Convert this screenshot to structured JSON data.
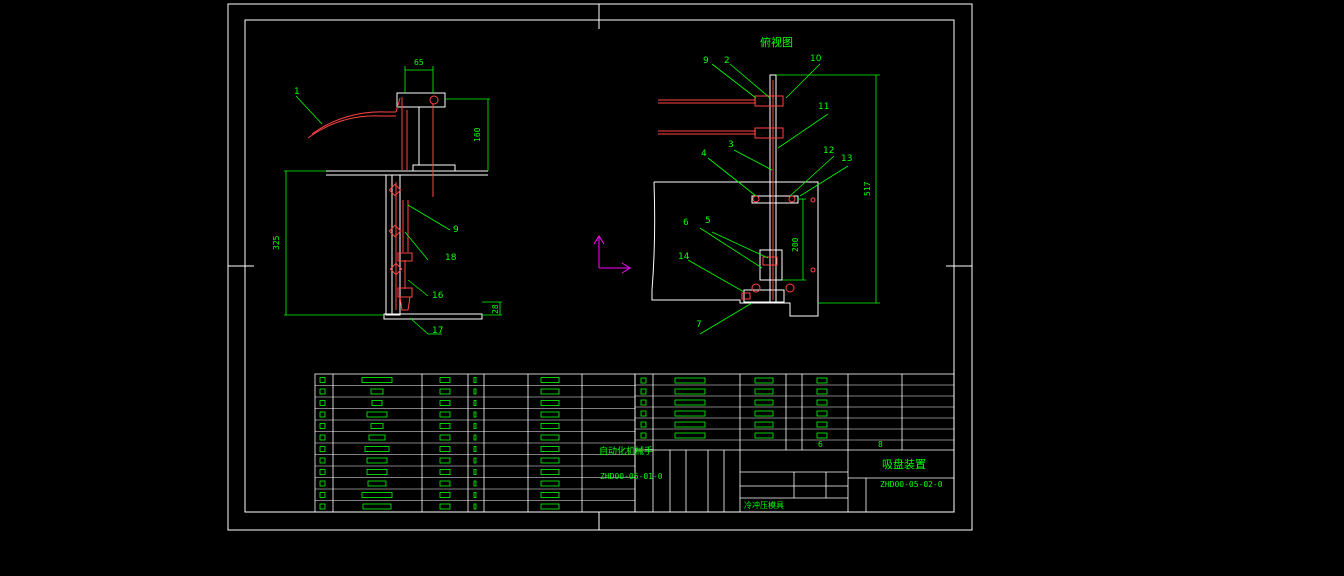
{
  "colors": {
    "background": "#000000",
    "frame": "#ffffff",
    "annotation": "#00ff00",
    "part": "#ff4444",
    "ucs": "#ff00ff"
  },
  "section_title": "俯视图",
  "dimensions": {
    "side_width": "65",
    "side_top_height": "160",
    "side_total_height": "325",
    "side_base": "28",
    "front_total_height": "517",
    "front_stroke": "200"
  },
  "side_callouts": [
    "1",
    "9",
    "18",
    "16",
    "17"
  ],
  "front_callouts": [
    "9",
    "2",
    "10",
    "11",
    "3",
    "4",
    "12",
    "13",
    "6",
    "5",
    "14",
    "7"
  ],
  "title_block": {
    "name": "吸盘装置",
    "drawing_number": "ZHD00-05-02-0",
    "assembly_ref": "ZHD00-05-01-0",
    "assembly_name": "自动化机械手",
    "scale_row": [
      "6",
      "8"
    ],
    "maker_note": "冷冲压模具"
  }
}
